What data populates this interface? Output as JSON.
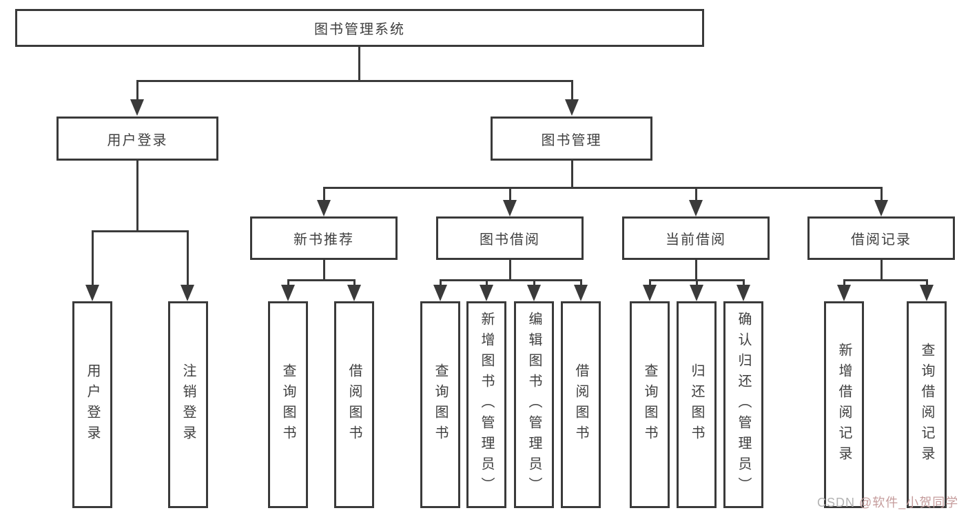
{
  "diagram": {
    "root_label": "图书管理系统",
    "level2": [
      {
        "label": "用户登录"
      },
      {
        "label": "图书管理"
      }
    ],
    "level3": [
      {
        "label": "新书推荐"
      },
      {
        "label": "图书借阅"
      },
      {
        "label": "当前借阅"
      },
      {
        "label": "借阅记录"
      }
    ],
    "leaves": {
      "user_login": [
        "用户登录",
        "注销登录"
      ],
      "new_book_recommend": [
        "查询图书",
        "借阅图书"
      ],
      "book_borrow": [
        "查询图书",
        "新增图书（管理员）",
        "编辑图书（管理员）",
        "借阅图书"
      ],
      "current_borrow": [
        "查询图书",
        "归还图书",
        "确认归还（管理员）"
      ],
      "borrow_records": [
        "新增借阅记录",
        "查询借阅记录"
      ]
    },
    "colors": {
      "line": "#3a3a3a",
      "text": "#3f3f3f",
      "background": "#ffffff",
      "watermark_gray": "#b3b3b3",
      "watermark_pink": "#c59c9c"
    },
    "watermark": {
      "prefix": "CSDN ",
      "user": "@软件_小贺同学"
    }
  }
}
